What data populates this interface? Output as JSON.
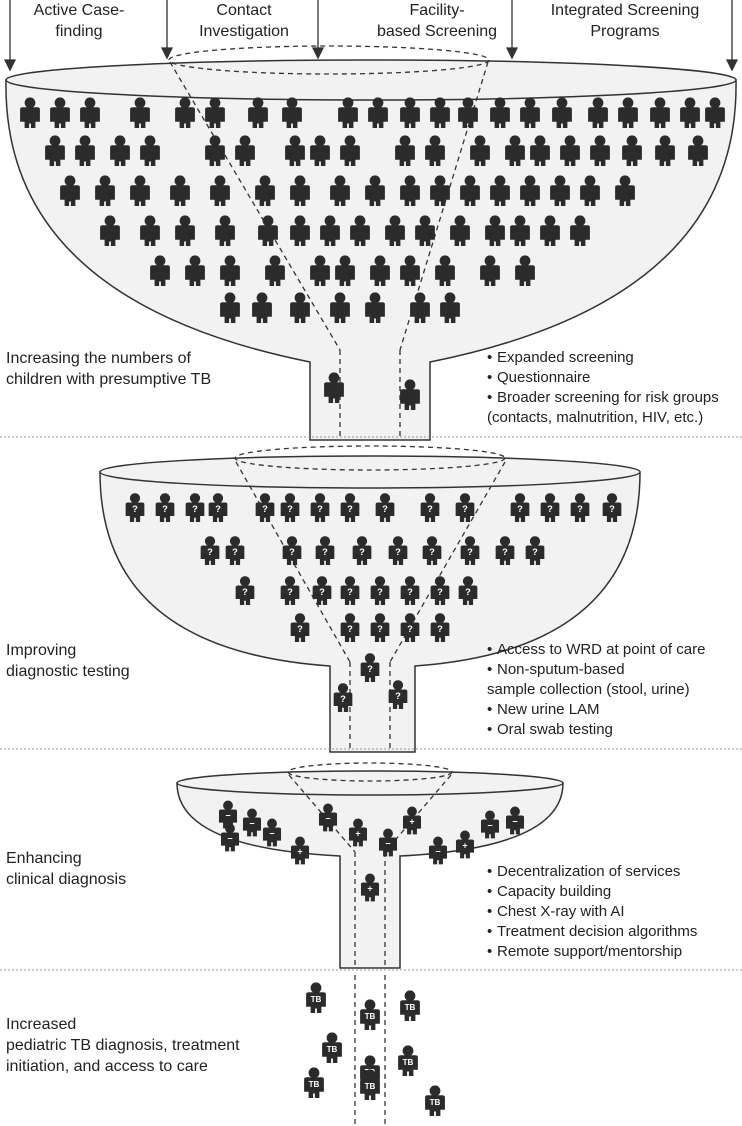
{
  "top_labels": [
    "Active Case-\nfinding",
    "Contact\nInvestigation",
    "Facility-\nbased Screening",
    "Integrated Screening\nPrograms"
  ],
  "stages": [
    {
      "label": "Increasing the numbers of\nchildren with presumptive TB",
      "bullets": [
        "Expanded screening",
        "Questionnaire",
        "Broader screening for risk groups\n(contacts, malnutrition, HIV, etc.)"
      ],
      "figure_mark": "",
      "figure_count": 90
    },
    {
      "label": "Improving\ndiagnostic testing",
      "bullets": [
        "Access to WRD at point of care",
        "Non-sputum-based\nsample collection (stool, urine)",
        "New urine LAM",
        "Oral swab testing"
      ],
      "figure_mark": "?",
      "figure_count": 44
    },
    {
      "label": "Enhancing\nclinical diagnosis",
      "bullets": [
        "Decentralization of services",
        "Capacity building",
        "Chest X-ray with AI",
        "Treatment decision algorithms",
        "Remote support/mentorship"
      ],
      "figure_marks": [
        "−",
        "−",
        "−",
        "+",
        "−",
        "+",
        "−",
        "+",
        "−",
        "+",
        "−",
        "−",
        "−",
        "+"
      ]
    },
    {
      "label": "Increased\npediatric TB diagnosis, treatment\ninitiation, and access to care",
      "figure_mark": "TB",
      "figure_count": 9
    }
  ],
  "colors": {
    "figure": "#2b2b2b",
    "funnel_fill": "#f2f2f2",
    "outline": "#333333",
    "divider": "#9a9a9a"
  }
}
